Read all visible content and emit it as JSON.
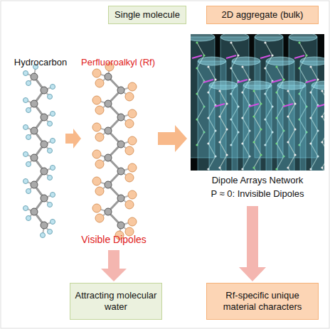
{
  "diagram": {
    "nodes": [
      {
        "text": [
          "Single molecule"
        ]
      },
      {
        "text": [
          "2D aggregate (bulk)"
        ]
      },
      {
        "text": [
          "Attracting molecular water"
        ]
      },
      {
        "text": [
          "Rf-specific unique material characters"
        ]
      }
    ],
    "labels": [
      "Hydrocarbon",
      "Perfluoroalkyl (Rf)",
      "Visible Dipoles",
      "Dipole Arrays Network",
      "P ≈ 0: Invisible Dipoles"
    ]
  }
}
